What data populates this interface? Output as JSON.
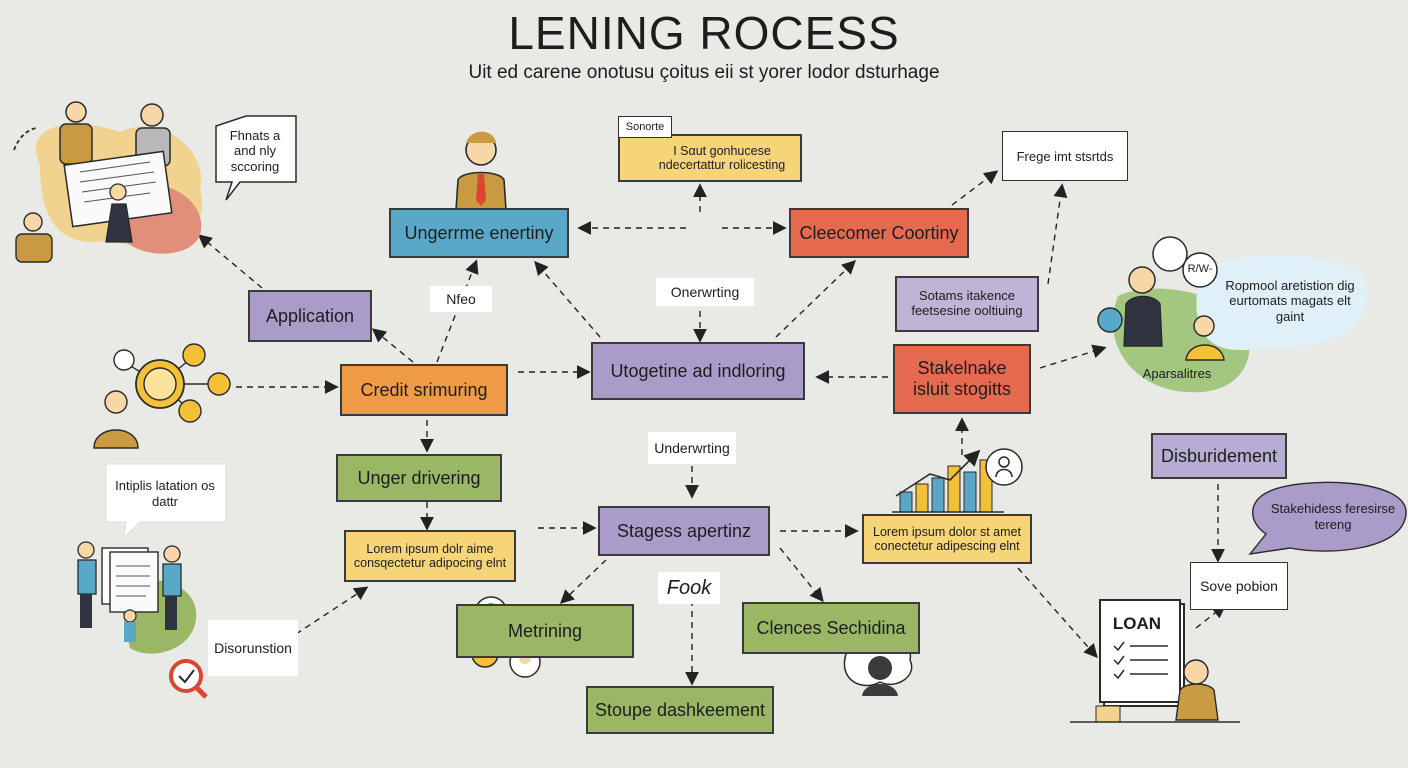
{
  "title": "LENING ROCESS",
  "subtitle": "Uit ed carene onotusu çoitus eii st yorer lodor dsturhage",
  "boxes": {
    "application": "Application",
    "credit_scoring": "Credit srimuring",
    "unger_driving": "Unger drivering",
    "lorem_left": "Lorem ipsum dolr aime consqectetur adipocing elnt",
    "ungerrme": "Ungerrme enertiny",
    "scoring_top": "I Sαut gonhucese ndecertattur rolicesting",
    "sonorte_tag": "Sonorte",
    "utogetine": "Utogetine ad indloring",
    "stagess": "Stagess apertinz",
    "metrining": "Metrining",
    "clences": "Clences Sechidina",
    "stoupe": "Stoupe dashkeement",
    "cleecomer": "Cleecomer Coortiny",
    "frege": "Frege imt stsrtds",
    "sotams": "Sotams itakence feetsesine ooltiuing",
    "stakelnake": "Stakelnake isluit stogitts",
    "lorem_right": "Lorem ipsum dolor st amet conectetur adipescing elnt",
    "disburidement": "Disburidement",
    "sevepobion": "Sove pobion"
  },
  "labels": {
    "nfeo": "Nfeo",
    "onerwrting": "Onerwrting",
    "underwrting": "Underwrting",
    "fook": "Fook",
    "disorunstion": "Disorunstion"
  },
  "bubbles": {
    "phnats": "Fhnats a and nly sccoring",
    "intiplis": "Intiplis latation os dattr",
    "ropmool": "Ropmool aretistion dig eurtomats magats elt gaint",
    "stakehidess": "Stakehidess feresirse tereng",
    "rw": "R/W-",
    "aparsalitres": "Aparsalitres",
    "loan": "LOAN"
  },
  "colors": {
    "background": "#e9e9e6",
    "blue": "#5aa8c8",
    "red": "#e56a4f",
    "purple": "#a99cc8",
    "orange": "#ef9b46",
    "green": "#9ab765",
    "yellow": "#f6d478"
  },
  "icons": [
    "people-group-icon",
    "user-network-icon",
    "document-people-icon",
    "magnifier-icon",
    "businessman-icon",
    "bar-chart-icon",
    "lock-icon",
    "lightbulb-icon",
    "loan-document-icon",
    "target-icon"
  ]
}
